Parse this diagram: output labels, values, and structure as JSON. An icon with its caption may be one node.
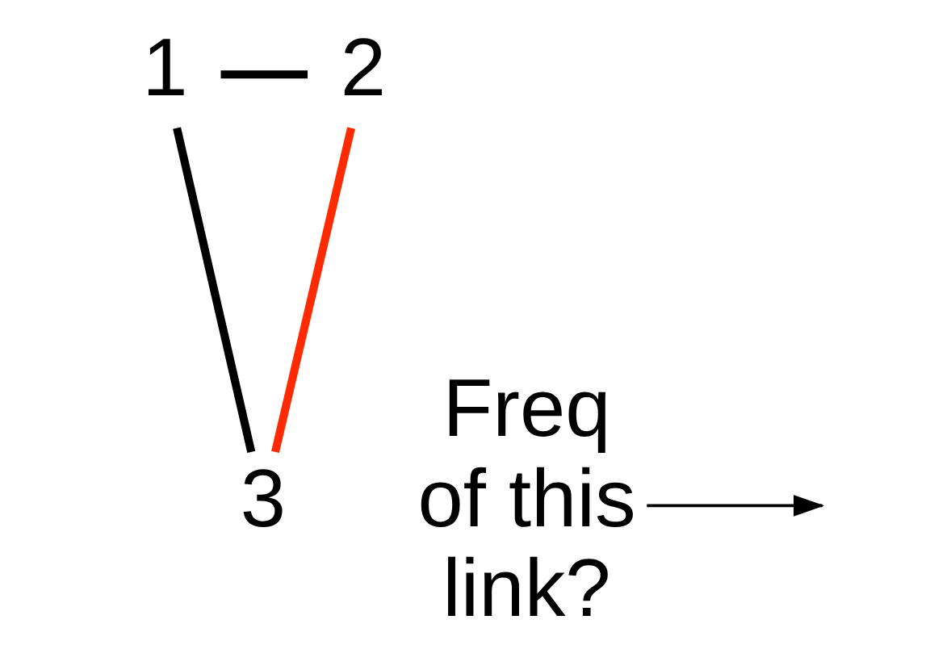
{
  "diagram": {
    "nodes": [
      {
        "text": [
          "1"
        ]
      },
      {
        "text": [
          "2"
        ]
      },
      {
        "text": [
          "3"
        ]
      },
      {
        "text": [
          "Freq of this link?"
        ]
      }
    ],
    "edges": [
      {
        "from": 0,
        "to": 1,
        "arrow": "none"
      },
      {
        "from": 0,
        "to": 2,
        "arrow": "none"
      },
      {
        "from": 1,
        "to": 2,
        "arrow": "none",
        "color": "#ff2a00"
      },
      {
        "from": 3,
        "to": null,
        "arrow": "to"
      }
    ]
  }
}
